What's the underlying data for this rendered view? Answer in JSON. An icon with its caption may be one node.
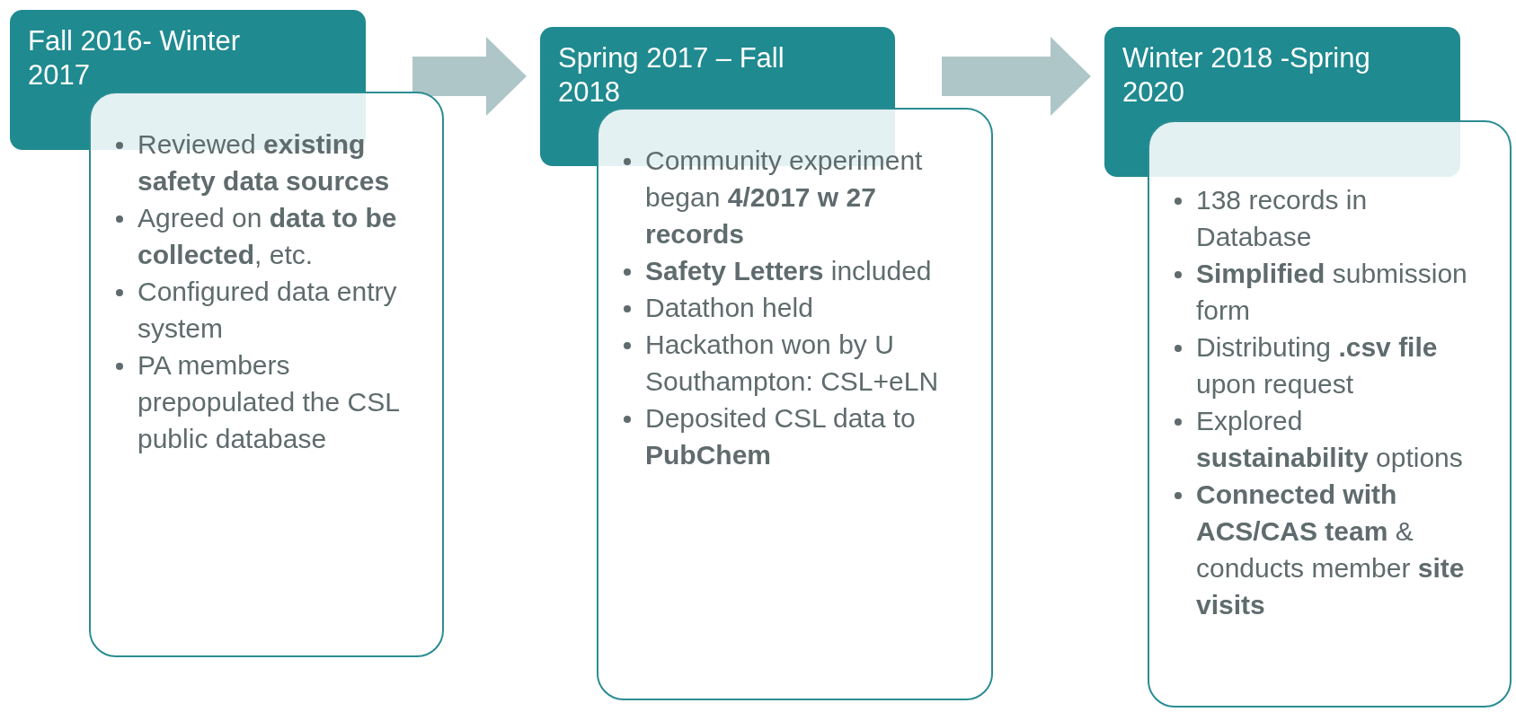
{
  "diagram": {
    "nodes": [
      {
        "text": [
          "Fall 2016- Winter 2017"
        ]
      },
      {
        "text": [
          "Reviewed **existing safety data sources**",
          "Agreed on **data to be collected**, etc.",
          "Configured data entry system",
          "PA members prepopulated the CSL public database"
        ]
      },
      {
        "text": [
          "Spring 2017 – Fall 2018"
        ]
      },
      {
        "text": [
          "Community experiment began **4/2017 w 27 records**",
          "**Safety Letters** included",
          "Datathon held",
          "Hackathon won by U Southampton: CSL+eLN",
          "Deposited CSL data to **PubChem**"
        ]
      },
      {
        "text": [
          "Winter 2018 -Spring 2020"
        ]
      },
      {
        "text": [
          "138 records in Database",
          "**Simplified** submission form",
          "Distributing **.csv file** upon request",
          "Explored **sustainability** options",
          "**Connected with ACS/CAS team** & conducts member **site visits**"
        ]
      }
    ],
    "edges": [
      {
        "from": 0,
        "to": 2,
        "arrow": "to",
        "style": "thick",
        "color": "#afc6c8"
      },
      {
        "from": 2,
        "to": 4,
        "arrow": "to",
        "style": "thick",
        "color": "#afc6c8"
      }
    ]
  }
}
